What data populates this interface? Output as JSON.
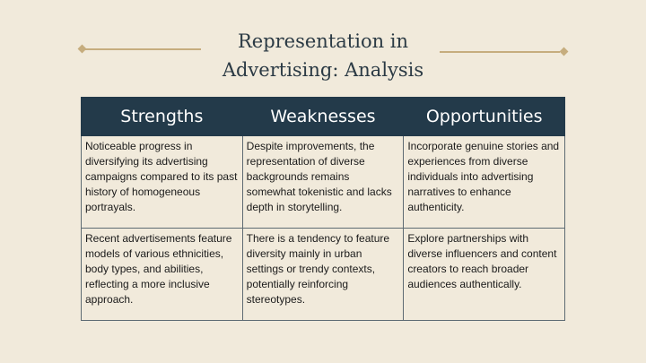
{
  "slide": {
    "title_line1": "Representation in",
    "title_line2": "Advertising: Analysis"
  },
  "table": {
    "headers": [
      "Strengths",
      "Weaknesses",
      "Opportunities"
    ],
    "rows": [
      [
        "Noticeable progress in diversifying its advertising campaigns compared to its past history of homogeneous portrayals.",
        "Despite improvements, the representation of diverse backgrounds remains somewhat tokenistic and lacks depth in storytelling.",
        "Incorporate genuine stories and experiences from diverse individuals into advertising narratives to enhance authenticity."
      ],
      [
        "Recent advertisements feature models of various ethnicities, body types, and abilities, reflecting a more inclusive approach.",
        "There is a tendency to feature diversity mainly in urban settings or trendy contexts, potentially reinforcing stereotypes.",
        "Explore partnerships with diverse influencers and content creators to reach broader audiences authentically."
      ]
    ]
  },
  "colors": {
    "background": "#f1eadb",
    "header_fill": "#233a4a",
    "accent_gold": "#c6ad7e",
    "title_text": "#2b3a44"
  }
}
